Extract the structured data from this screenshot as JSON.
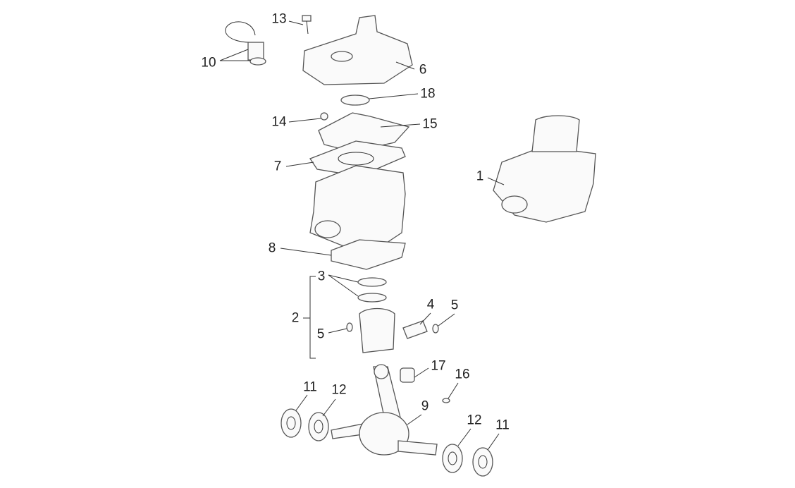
{
  "callouts": [
    {
      "id": "13",
      "text": "13"
    },
    {
      "id": "10",
      "text": "10"
    },
    {
      "id": "6",
      "text": "6"
    },
    {
      "id": "18",
      "text": "18"
    },
    {
      "id": "14",
      "text": "14"
    },
    {
      "id": "15",
      "text": "15"
    },
    {
      "id": "7",
      "text": "7"
    },
    {
      "id": "1",
      "text": "1"
    },
    {
      "id": "8",
      "text": "8"
    },
    {
      "id": "3",
      "text": "3"
    },
    {
      "id": "2",
      "text": "2"
    },
    {
      "id": "5a",
      "text": "5"
    },
    {
      "id": "4",
      "text": "4"
    },
    {
      "id": "5b",
      "text": "5"
    },
    {
      "id": "17",
      "text": "17"
    },
    {
      "id": "16",
      "text": "16"
    },
    {
      "id": "11a",
      "text": "11"
    },
    {
      "id": "12a",
      "text": "12"
    },
    {
      "id": "9",
      "text": "9"
    },
    {
      "id": "12b",
      "text": "12"
    },
    {
      "id": "11b",
      "text": "11"
    }
  ]
}
